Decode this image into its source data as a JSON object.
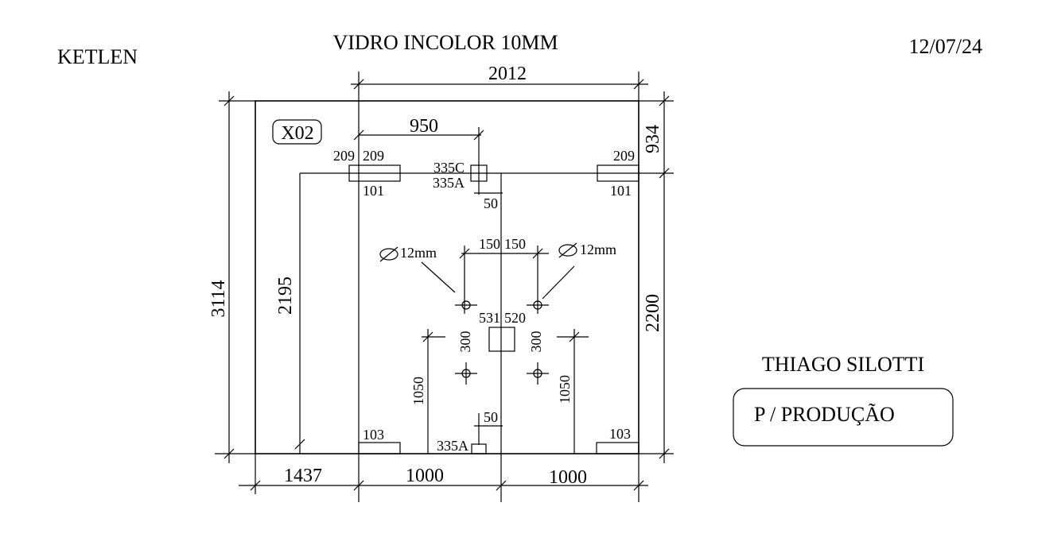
{
  "header": {
    "client": "KETLEN",
    "material": "VIDRO INCOLOR 10MM",
    "date": "12/07/24"
  },
  "piece_code": "X02",
  "dimensions": {
    "total_width": "2012",
    "total_height": "3114",
    "top_height": "934",
    "bottom_height": "2200",
    "left_height": "2195",
    "offset_950": "950",
    "bottom_left": "1437",
    "bottom_mid_left": "1000",
    "bottom_mid_right": "1000"
  },
  "hardware": {
    "left_top_outer": "209",
    "left_top_inner": "209",
    "left_top_code": "101",
    "right_top_width": "209",
    "right_top_code": "101",
    "center_top_c": "335C",
    "center_top_a": "335A",
    "center_top_gap": "50",
    "center_bottom_gap": "50",
    "center_bottom_a": "335A",
    "bottom_left_code": "103",
    "bottom_right_code": "103",
    "handle_left_code": "531",
    "handle_right_code": "520"
  },
  "holes": {
    "left_diameter": "12mm",
    "right_diameter": "12mm",
    "spacing_left": "150",
    "spacing_right": "150",
    "vertical_left": "300",
    "vertical_right": "300",
    "floor_left": "1050",
    "floor_right": "1050"
  },
  "footer": {
    "author": "THIAGO SILOTTI",
    "stamp": "P / PRODUÇÃO"
  }
}
